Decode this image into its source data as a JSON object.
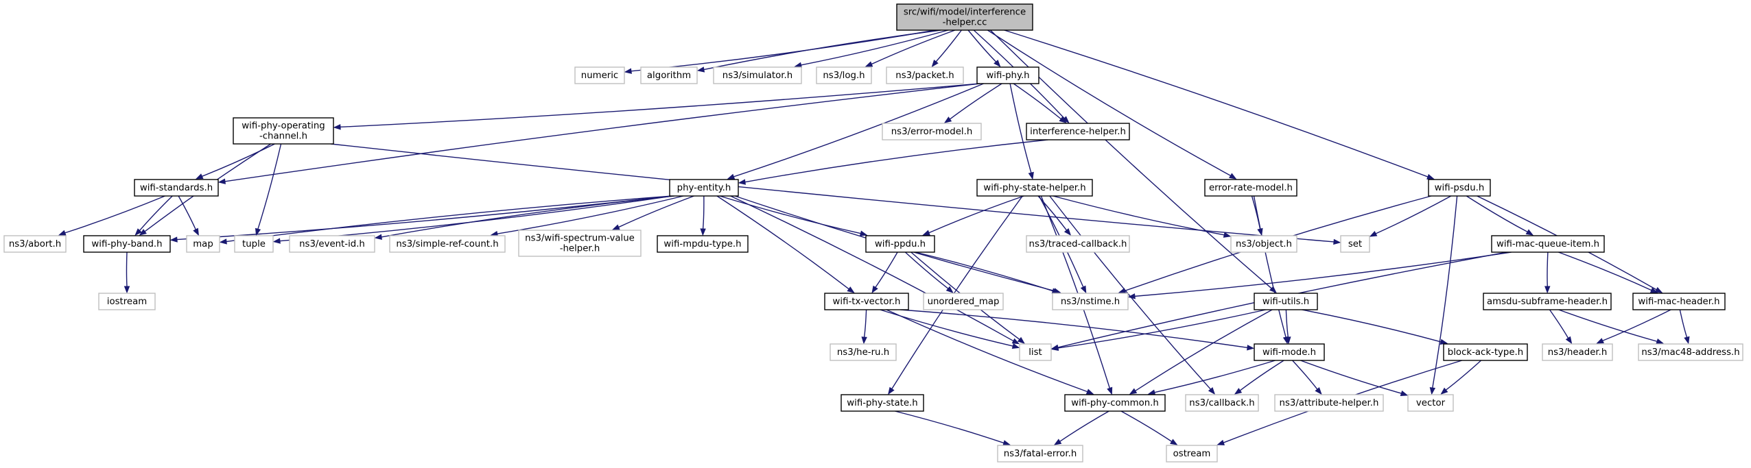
{
  "diagram": {
    "title_lines": [
      "src/wifi/model/interference",
      "-helper.cc"
    ],
    "nodes": [
      {
        "id": "root",
        "lines": [
          "src/wifi/model/interference",
          "-helper.cc"
        ],
        "kind": "root"
      },
      {
        "id": "numeric",
        "lines": [
          "numeric"
        ],
        "kind": "ext"
      },
      {
        "id": "algorithm",
        "lines": [
          "algorithm"
        ],
        "kind": "ext"
      },
      {
        "id": "simulator",
        "lines": [
          "ns3/simulator.h"
        ],
        "kind": "ext"
      },
      {
        "id": "log",
        "lines": [
          "ns3/log.h"
        ],
        "kind": "ext"
      },
      {
        "id": "packet",
        "lines": [
          "ns3/packet.h"
        ],
        "kind": "ext"
      },
      {
        "id": "wifiphy",
        "lines": [
          "wifi-phy.h"
        ],
        "kind": "main"
      },
      {
        "id": "opchan",
        "lines": [
          "wifi-phy-operating",
          "-channel.h"
        ],
        "kind": "main"
      },
      {
        "id": "errormodel",
        "lines": [
          "ns3/error-model.h"
        ],
        "kind": "ext"
      },
      {
        "id": "interference",
        "lines": [
          "interference-helper.h"
        ],
        "kind": "main"
      },
      {
        "id": "standards",
        "lines": [
          "wifi-standards.h"
        ],
        "kind": "main"
      },
      {
        "id": "phyentity",
        "lines": [
          "phy-entity.h"
        ],
        "kind": "main"
      },
      {
        "id": "statehelper",
        "lines": [
          "wifi-phy-state-helper.h"
        ],
        "kind": "main"
      },
      {
        "id": "errorrate",
        "lines": [
          "error-rate-model.h"
        ],
        "kind": "main"
      },
      {
        "id": "psdu",
        "lines": [
          "wifi-psdu.h"
        ],
        "kind": "main"
      },
      {
        "id": "abort",
        "lines": [
          "ns3/abort.h"
        ],
        "kind": "ext"
      },
      {
        "id": "band",
        "lines": [
          "wifi-phy-band.h"
        ],
        "kind": "main"
      },
      {
        "id": "map",
        "lines": [
          "map"
        ],
        "kind": "ext"
      },
      {
        "id": "tuple",
        "lines": [
          "tuple"
        ],
        "kind": "ext"
      },
      {
        "id": "eventid",
        "lines": [
          "ns3/event-id.h"
        ],
        "kind": "ext"
      },
      {
        "id": "simpleref",
        "lines": [
          "ns3/simple-ref-count.h"
        ],
        "kind": "ext"
      },
      {
        "id": "spectrum",
        "lines": [
          "ns3/wifi-spectrum-value",
          "-helper.h"
        ],
        "kind": "ext"
      },
      {
        "id": "mpdutype",
        "lines": [
          "wifi-mpdu-type.h"
        ],
        "kind": "main"
      },
      {
        "id": "ppdu",
        "lines": [
          "wifi-ppdu.h"
        ],
        "kind": "main"
      },
      {
        "id": "traced",
        "lines": [
          "ns3/traced-callback.h"
        ],
        "kind": "ext"
      },
      {
        "id": "object",
        "lines": [
          "ns3/object.h"
        ],
        "kind": "ext"
      },
      {
        "id": "set",
        "lines": [
          "set"
        ],
        "kind": "ext"
      },
      {
        "id": "macqueue",
        "lines": [
          "wifi-mac-queue-item.h"
        ],
        "kind": "main"
      },
      {
        "id": "iostream",
        "lines": [
          "iostream"
        ],
        "kind": "ext"
      },
      {
        "id": "txvector",
        "lines": [
          "wifi-tx-vector.h"
        ],
        "kind": "main"
      },
      {
        "id": "unordered",
        "lines": [
          "unordered_map"
        ],
        "kind": "ext"
      },
      {
        "id": "nstime",
        "lines": [
          "ns3/nstime.h"
        ],
        "kind": "ext"
      },
      {
        "id": "utils",
        "lines": [
          "wifi-utils.h"
        ],
        "kind": "main"
      },
      {
        "id": "amsdu",
        "lines": [
          "amsdu-subframe-header.h"
        ],
        "kind": "main"
      },
      {
        "id": "macheader",
        "lines": [
          "wifi-mac-header.h"
        ],
        "kind": "main"
      },
      {
        "id": "heru",
        "lines": [
          "ns3/he-ru.h"
        ],
        "kind": "ext"
      },
      {
        "id": "list",
        "lines": [
          "list"
        ],
        "kind": "ext"
      },
      {
        "id": "mode",
        "lines": [
          "wifi-mode.h"
        ],
        "kind": "main"
      },
      {
        "id": "blockack",
        "lines": [
          "block-ack-type.h"
        ],
        "kind": "main"
      },
      {
        "id": "header",
        "lines": [
          "ns3/header.h"
        ],
        "kind": "ext"
      },
      {
        "id": "mac48",
        "lines": [
          "ns3/mac48-address.h"
        ],
        "kind": "ext"
      },
      {
        "id": "phystate",
        "lines": [
          "wifi-phy-state.h"
        ],
        "kind": "main"
      },
      {
        "id": "common",
        "lines": [
          "wifi-phy-common.h"
        ],
        "kind": "main"
      },
      {
        "id": "callback",
        "lines": [
          "ns3/callback.h"
        ],
        "kind": "ext"
      },
      {
        "id": "attribute",
        "lines": [
          "ns3/attribute-helper.h"
        ],
        "kind": "ext"
      },
      {
        "id": "vector",
        "lines": [
          "vector"
        ],
        "kind": "ext"
      },
      {
        "id": "fatal",
        "lines": [
          "ns3/fatal-error.h"
        ],
        "kind": "ext"
      },
      {
        "id": "ostream",
        "lines": [
          "ostream"
        ],
        "kind": "ext"
      }
    ],
    "edges": [
      [
        "root",
        "numeric"
      ],
      [
        "root",
        "algorithm"
      ],
      [
        "root",
        "simulator"
      ],
      [
        "root",
        "log"
      ],
      [
        "root",
        "packet"
      ],
      [
        "root",
        "wifiphy"
      ],
      [
        "root",
        "interference"
      ],
      [
        "root",
        "errorrate"
      ],
      [
        "root",
        "psdu"
      ],
      [
        "root",
        "utils"
      ],
      [
        "wifiphy",
        "opchan"
      ],
      [
        "wifiphy",
        "errormodel"
      ],
      [
        "wifiphy",
        "interference"
      ],
      [
        "wifiphy",
        "standards"
      ],
      [
        "wifiphy",
        "phyentity"
      ],
      [
        "wifiphy",
        "statehelper"
      ],
      [
        "opchan",
        "standards"
      ],
      [
        "opchan",
        "band"
      ],
      [
        "opchan",
        "tuple"
      ],
      [
        "opchan",
        "set"
      ],
      [
        "standards",
        "abort"
      ],
      [
        "standards",
        "band"
      ],
      [
        "standards",
        "map"
      ],
      [
        "interference",
        "phyentity"
      ],
      [
        "phyentity",
        "band"
      ],
      [
        "phyentity",
        "map"
      ],
      [
        "phyentity",
        "tuple"
      ],
      [
        "phyentity",
        "eventid"
      ],
      [
        "phyentity",
        "simpleref"
      ],
      [
        "phyentity",
        "spectrum"
      ],
      [
        "phyentity",
        "mpdutype"
      ],
      [
        "phyentity",
        "ppdu"
      ],
      [
        "phyentity",
        "txvector"
      ],
      [
        "phyentity",
        "nstime"
      ],
      [
        "phyentity",
        "list"
      ],
      [
        "statehelper",
        "ppdu"
      ],
      [
        "statehelper",
        "traced"
      ],
      [
        "statehelper",
        "object"
      ],
      [
        "statehelper",
        "nstime"
      ],
      [
        "statehelper",
        "phystate"
      ],
      [
        "statehelper",
        "common"
      ],
      [
        "statehelper",
        "callback"
      ],
      [
        "errorrate",
        "object"
      ],
      [
        "errorrate",
        "mode"
      ],
      [
        "psdu",
        "set"
      ],
      [
        "psdu",
        "macqueue"
      ],
      [
        "psdu",
        "macheader"
      ],
      [
        "psdu",
        "nstime"
      ],
      [
        "psdu",
        "vector"
      ],
      [
        "band",
        "iostream"
      ],
      [
        "ppdu",
        "txvector"
      ],
      [
        "ppdu",
        "unordered"
      ],
      [
        "ppdu",
        "nstime"
      ],
      [
        "ppdu",
        "list"
      ],
      [
        "macqueue",
        "nstime"
      ],
      [
        "macqueue",
        "amsdu"
      ],
      [
        "macqueue",
        "macheader"
      ],
      [
        "macqueue",
        "list"
      ],
      [
        "txvector",
        "heru"
      ],
      [
        "txvector",
        "list"
      ],
      [
        "txvector",
        "mode"
      ],
      [
        "txvector",
        "common"
      ],
      [
        "utils",
        "list"
      ],
      [
        "utils",
        "mode"
      ],
      [
        "utils",
        "blockack"
      ],
      [
        "utils",
        "common"
      ],
      [
        "amsdu",
        "header"
      ],
      [
        "amsdu",
        "mac48"
      ],
      [
        "macheader",
        "header"
      ],
      [
        "macheader",
        "mac48"
      ],
      [
        "mode",
        "common"
      ],
      [
        "mode",
        "callback"
      ],
      [
        "mode",
        "attribute"
      ],
      [
        "mode",
        "vector"
      ],
      [
        "blockack",
        "vector"
      ],
      [
        "blockack",
        "ostream"
      ],
      [
        "phystate",
        "fatal"
      ],
      [
        "common",
        "fatal"
      ],
      [
        "common",
        "ostream"
      ]
    ]
  }
}
